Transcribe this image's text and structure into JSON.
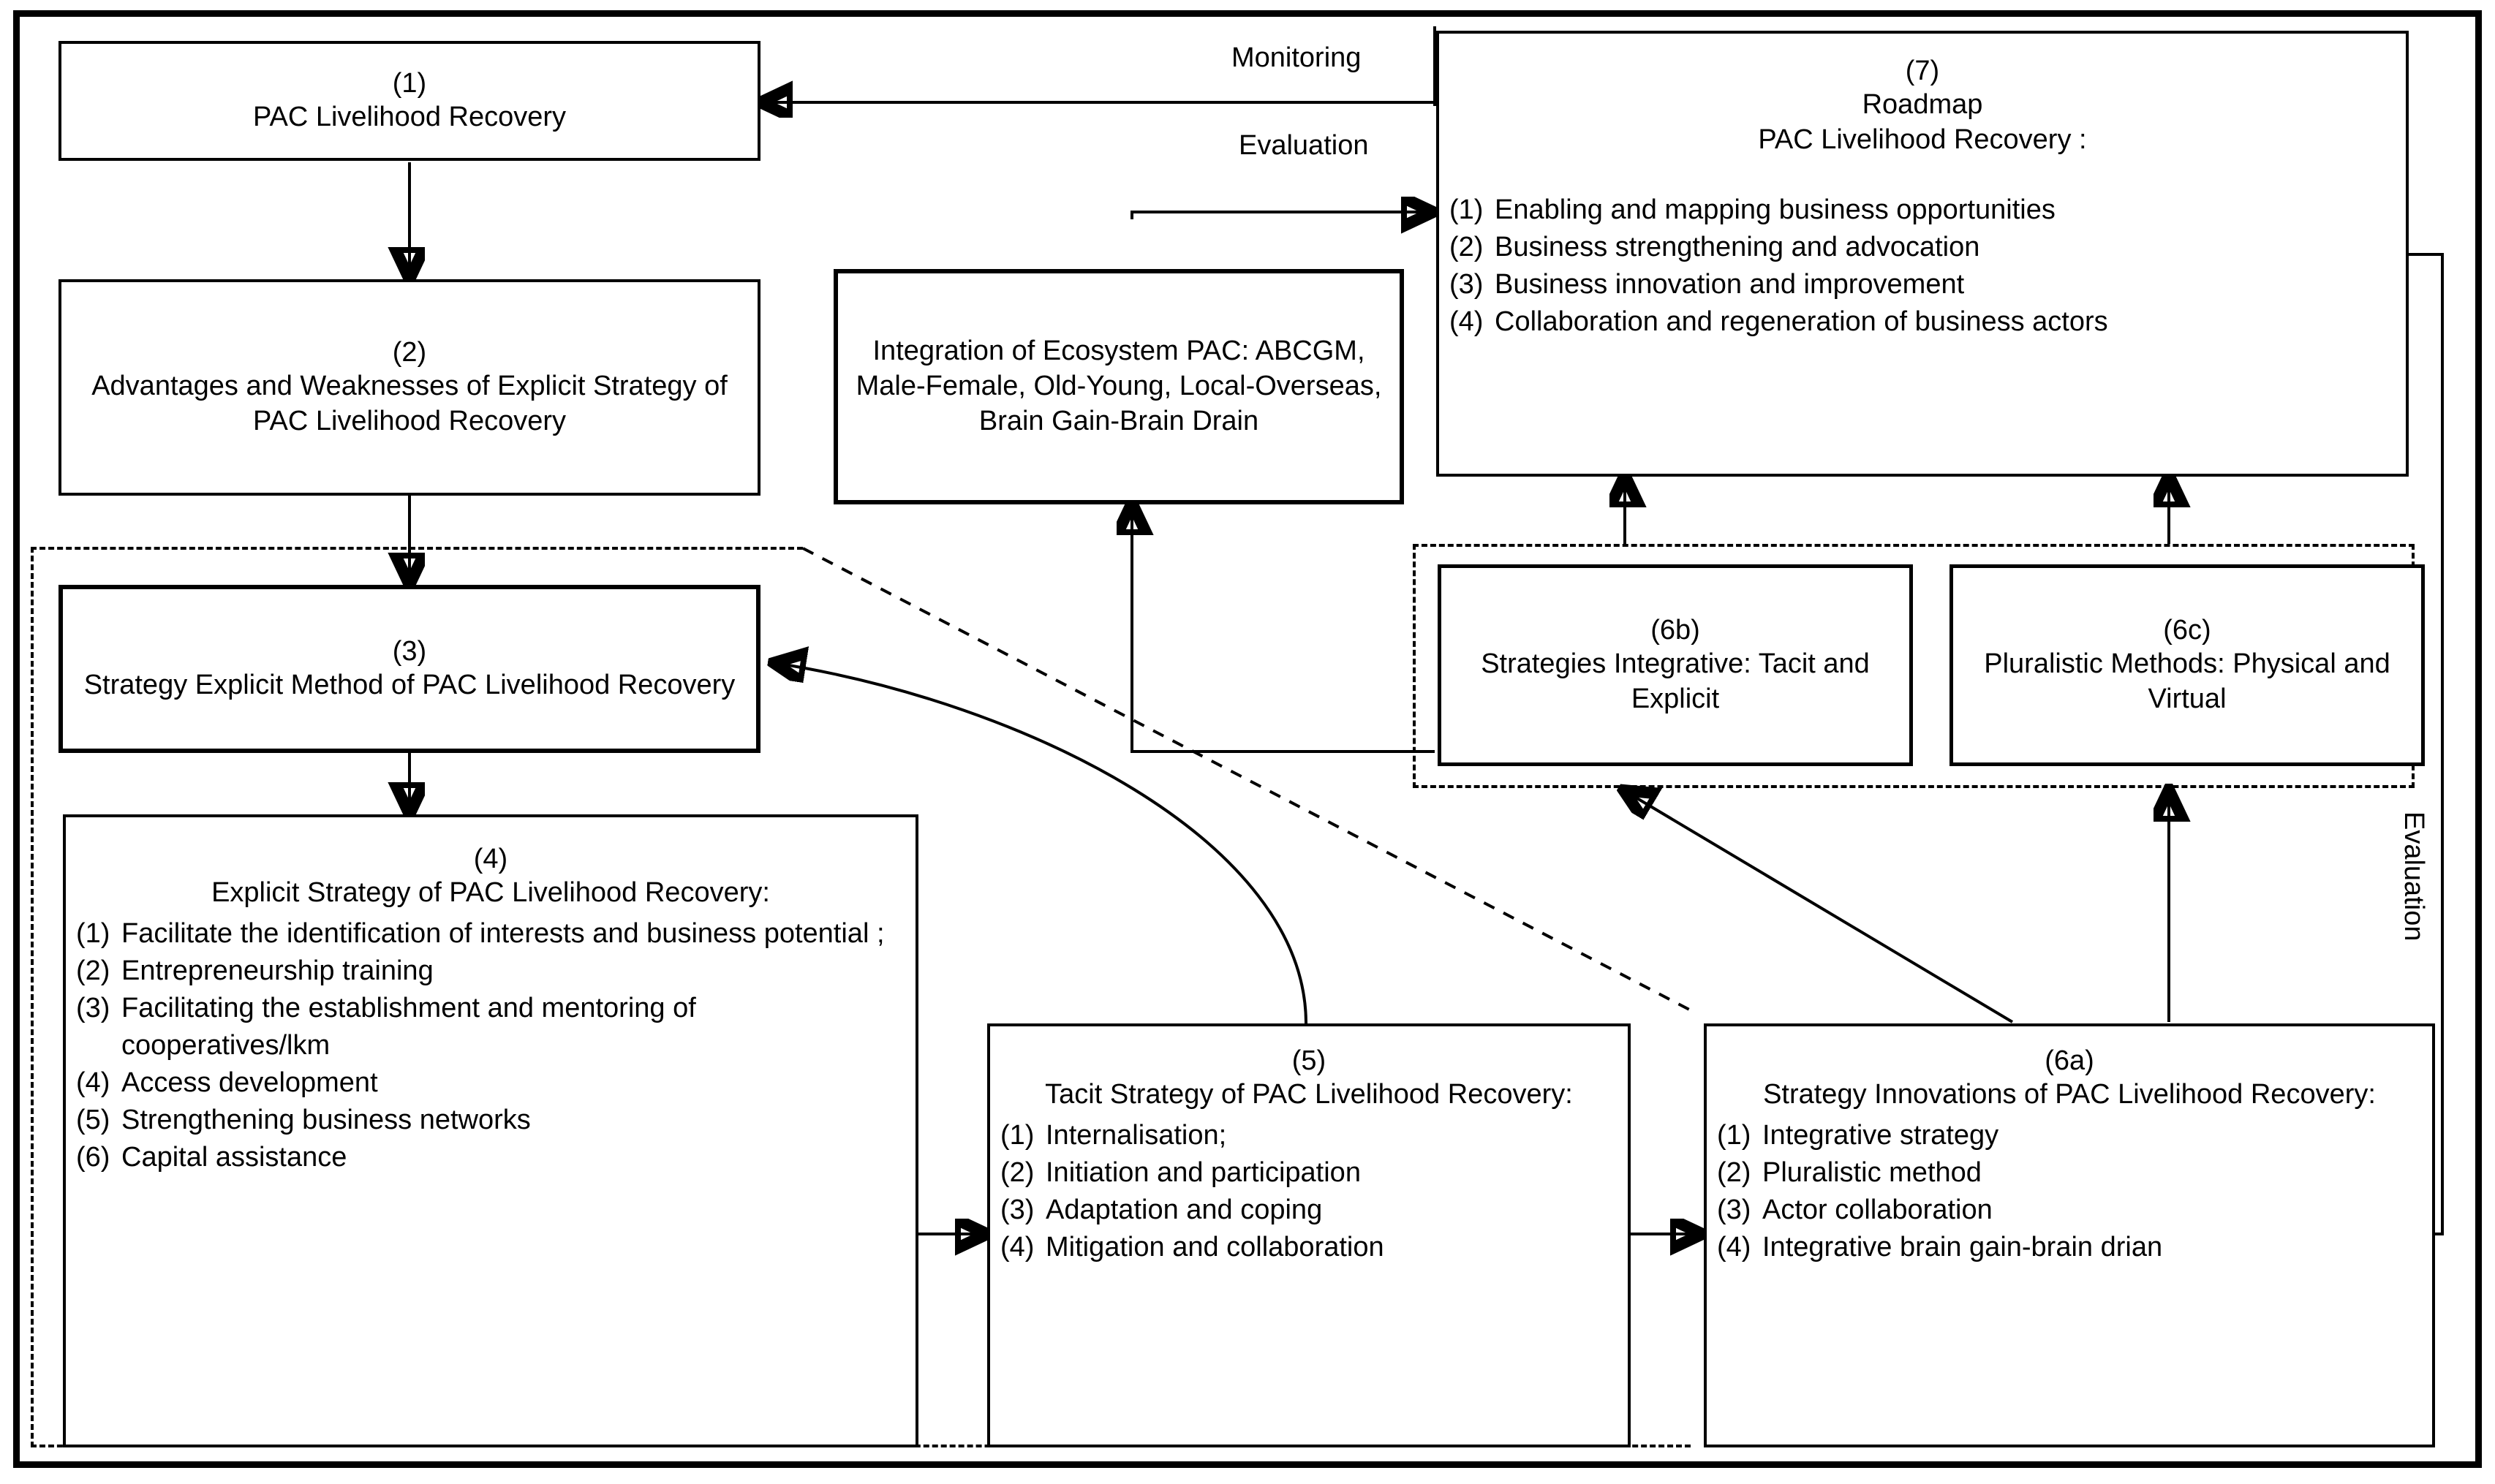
{
  "diagram": {
    "title_note": "PAC Livelihood Recovery strategy framework flowchart",
    "labels": {
      "monitoring": "Monitoring",
      "evaluation_top": "Evaluation",
      "evaluation_right": "Evaluation"
    },
    "nodes": {
      "n1": {
        "number": "(1)",
        "title": "PAC Livelihood Recovery"
      },
      "n2": {
        "number": "(2)",
        "title": "Advantages and Weaknesses of Explicit Strategy of PAC Livelihood Recovery"
      },
      "n3": {
        "number": "(3)",
        "title": "Strategy Explicit Method of PAC Livelihood Recovery"
      },
      "n4": {
        "number": "(4)",
        "title": "Explicit Strategy of PAC Livelihood Recovery:",
        "items": [
          {
            "mark": "(1)",
            "text": "Facilitate the identification of interests and business potential ;"
          },
          {
            "mark": "(2)",
            "text": "Entrepreneurship training"
          },
          {
            "mark": "(3)",
            "text": "Facilitating the establishment and mentoring of cooperatives/lkm"
          },
          {
            "mark": "(4)",
            "text": "Access development"
          },
          {
            "mark": "(5)",
            "text": "Strengthening business networks"
          },
          {
            "mark": "(6)",
            "text": "Capital assistance"
          }
        ]
      },
      "n5": {
        "number": "(5)",
        "title": "Tacit Strategy of PAC Livelihood Recovery:",
        "items": [
          {
            "mark": "(1)",
            "text": "Internalisation;"
          },
          {
            "mark": "(2)",
            "text": "Initiation and participation"
          },
          {
            "mark": "(3)",
            "text": "Adaptation and coping"
          },
          {
            "mark": "(4)",
            "text": "Mitigation and collaboration"
          }
        ]
      },
      "n6a": {
        "number": "(6a)",
        "title": "Strategy Innovations of PAC Livelihood Recovery:",
        "items": [
          {
            "mark": "(1)",
            "text": "Integrative strategy"
          },
          {
            "mark": "(2)",
            "text": "Pluralistic method"
          },
          {
            "mark": "(3)",
            "text": "Actor collaboration"
          },
          {
            "mark": "(4)",
            "text": "Integrative brain gain-brain drian"
          }
        ]
      },
      "n6b": {
        "number": "(6b)",
        "title": "Strategies Integrative: Tacit and Explicit"
      },
      "n6c": {
        "number": "(6c)",
        "title": "Pluralistic Methods: Physical and Virtual"
      },
      "n7": {
        "number": "(7)",
        "title_line1": "Roadmap",
        "title_line2": "PAC Livelihood Recovery :",
        "items": [
          {
            "mark": "(1)",
            "text": "Enabling and mapping business opportunities"
          },
          {
            "mark": "(2)",
            "text": "Business strengthening and advocation"
          },
          {
            "mark": "(3)",
            "text": "Business innovation and improvement"
          },
          {
            "mark": "(4)",
            "text": "Collaboration and regeneration of business actors"
          }
        ]
      },
      "integration": {
        "title": "Integration of Ecosystem PAC: ABCGM, Male-Female, Old-Young, Local-Overseas, Brain Gain-Brain Drain"
      }
    },
    "colors": {
      "line": "#000000",
      "background": "#ffffff"
    }
  }
}
